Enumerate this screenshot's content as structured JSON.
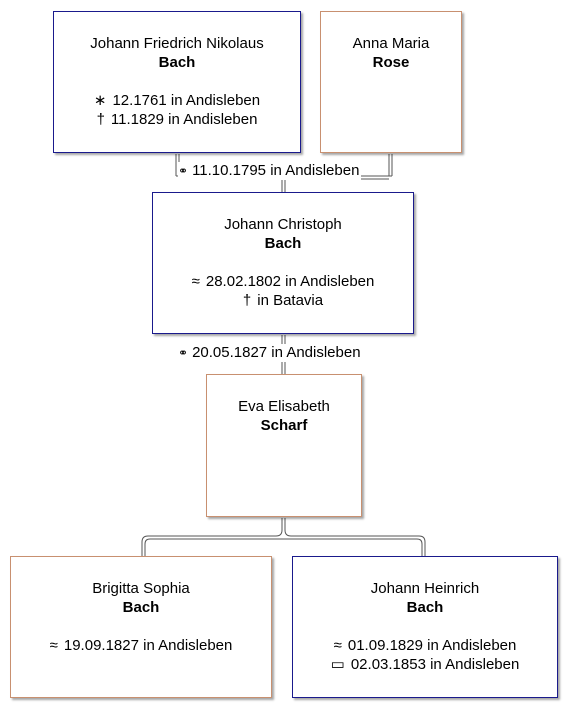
{
  "people": {
    "jfn": {
      "given": "Johann Friedrich Nikolaus",
      "surname": "Bach",
      "facts": [
        {
          "symbol": "∗",
          "text": "12.1761 in Andisleben"
        },
        {
          "symbol": "†",
          "text": "11.1829 in Andisleben"
        }
      ]
    },
    "am": {
      "given": "Anna Maria",
      "surname": "Rose"
    },
    "jc": {
      "given": "Johann Christoph",
      "surname": "Bach",
      "facts": [
        {
          "symbol": "≈",
          "text": "28.02.1802 in Andisleben"
        },
        {
          "symbol": "†",
          "text": "in Batavia"
        }
      ]
    },
    "ee": {
      "given": "Eva Elisabeth",
      "surname": "Scharf"
    },
    "bs": {
      "given": "Brigitta Sophia",
      "surname": "Bach",
      "facts": [
        {
          "symbol": "≈",
          "text": "19.09.1827 in Andisleben"
        }
      ]
    },
    "jh": {
      "given": "Johann Heinrich",
      "surname": "Bach",
      "facts": [
        {
          "symbol": "≈",
          "text": "01.09.1829 in Andisleben"
        },
        {
          "symbol": "▭",
          "text": "02.03.1853 in Andisleben"
        }
      ]
    }
  },
  "marriages": {
    "m1": {
      "symbol": "⚭",
      "text": "11.10.1795 in Andisleben"
    },
    "m2": {
      "symbol": "⚭",
      "text": "20.05.1827 in Andisleben"
    }
  },
  "colors": {
    "male_border": "#1a1a8c",
    "female_border": "#c89070",
    "line": "#555555"
  }
}
